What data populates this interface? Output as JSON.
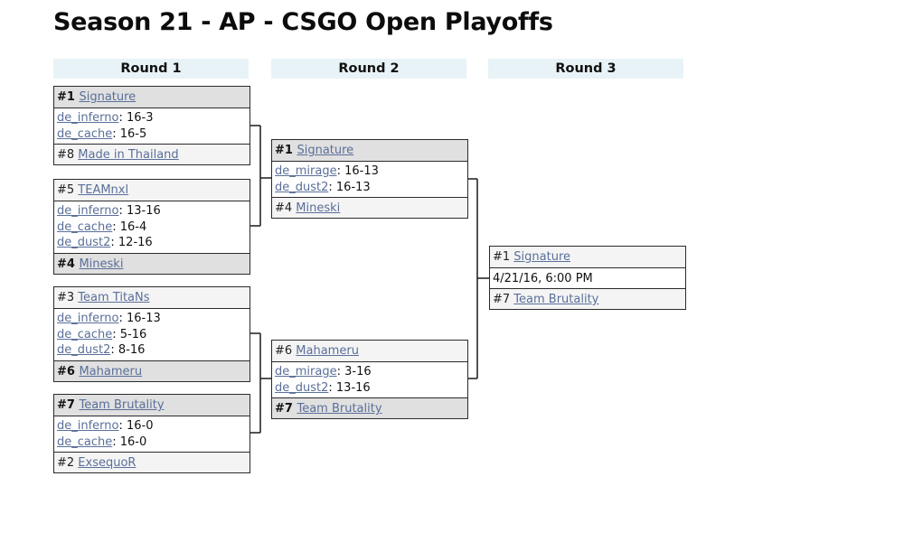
{
  "page": {
    "title": "Season 21 - AP - CSGO Open Playoffs"
  },
  "rounds": [
    {
      "label": "Round 1"
    },
    {
      "label": "Round 2"
    },
    {
      "label": "Round 3"
    }
  ],
  "colors": {
    "link": "#5a6f99",
    "winner_row": "#e0e0e0",
    "loser_row": "#f4f4f4",
    "round_header": "#e8f3f7"
  },
  "round1": {
    "matches": [
      {
        "team1": {
          "seed": "#1",
          "name": "Signature",
          "winner": true
        },
        "games": [
          {
            "map": "de_inferno",
            "score": ": 16-3"
          },
          {
            "map": "de_cache",
            "score": ": 16-5"
          }
        ],
        "team2": {
          "seed": "#8",
          "name": "Made in Thailand",
          "winner": false
        }
      },
      {
        "team1": {
          "seed": "#5",
          "name": "TEAMnxl",
          "winner": false
        },
        "games": [
          {
            "map": "de_inferno",
            "score": ": 13-16"
          },
          {
            "map": "de_cache",
            "score": ": 16-4"
          },
          {
            "map": "de_dust2",
            "score": ": 12-16"
          }
        ],
        "team2": {
          "seed": "#4",
          "name": "Mineski",
          "winner": true
        }
      },
      {
        "team1": {
          "seed": "#3",
          "name": "Team TitaNs",
          "winner": false
        },
        "games": [
          {
            "map": "de_inferno",
            "score": ": 16-13"
          },
          {
            "map": "de_cache",
            "score": ": 5-16"
          },
          {
            "map": "de_dust2",
            "score": ": 8-16"
          }
        ],
        "team2": {
          "seed": "#6",
          "name": "Mahameru",
          "winner": true
        }
      },
      {
        "team1": {
          "seed": "#7",
          "name": "Team Brutality",
          "winner": true
        },
        "games": [
          {
            "map": "de_inferno",
            "score": ": 16-0"
          },
          {
            "map": "de_cache",
            "score": ": 16-0"
          }
        ],
        "team2": {
          "seed": "#2",
          "name": "ExsequoR",
          "winner": false
        }
      }
    ]
  },
  "round2": {
    "matches": [
      {
        "team1": {
          "seed": "#1",
          "name": "Signature",
          "winner": true
        },
        "games": [
          {
            "map": "de_mirage",
            "score": ": 16-13"
          },
          {
            "map": "de_dust2",
            "score": ": 16-13"
          }
        ],
        "team2": {
          "seed": "#4",
          "name": "Mineski",
          "winner": false
        }
      },
      {
        "team1": {
          "seed": "#6",
          "name": "Mahameru",
          "winner": false
        },
        "games": [
          {
            "map": "de_mirage",
            "score": ": 3-16"
          },
          {
            "map": "de_dust2",
            "score": ": 13-16"
          }
        ],
        "team2": {
          "seed": "#7",
          "name": "Team Brutality",
          "winner": true
        }
      }
    ]
  },
  "round3": {
    "matches": [
      {
        "team1": {
          "seed": "#1",
          "name": "Signature",
          "winner": false
        },
        "datetime": "4/21/16, 6:00 PM",
        "team2": {
          "seed": "#7",
          "name": "Team Brutality",
          "winner": false
        }
      }
    ]
  }
}
